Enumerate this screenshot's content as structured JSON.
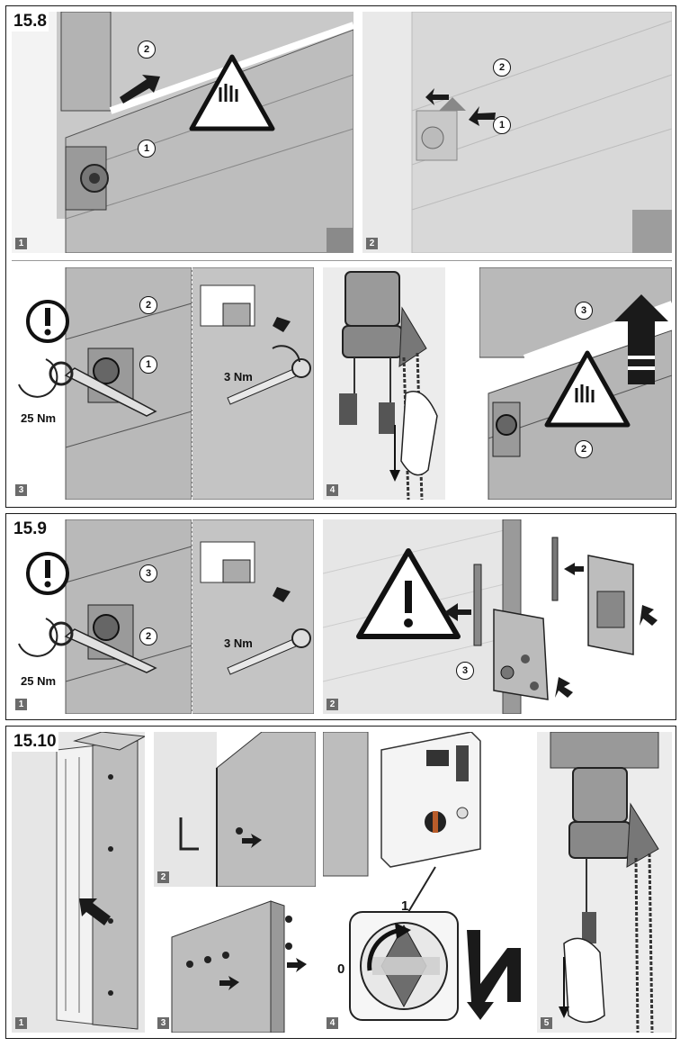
{
  "sections": [
    {
      "title": "15.8"
    },
    {
      "title": "15.9"
    },
    {
      "title": "15.10"
    }
  ],
  "s1": {
    "p1": {
      "step": "1",
      "callouts": [
        "2",
        "1"
      ]
    },
    "p2": {
      "step": "2",
      "callouts": [
        "2",
        "1"
      ]
    },
    "p3": {
      "step": "3",
      "callouts": [
        "2",
        "1"
      ],
      "torque_large": "25 Nm",
      "torque_small": "3 Nm"
    },
    "p4": {
      "step": "4"
    },
    "p5": {
      "callouts": [
        "3",
        "2"
      ]
    }
  },
  "s2": {
    "p1": {
      "step": "1",
      "callouts": [
        "3",
        "2"
      ],
      "torque_large": "25 Nm",
      "torque_small": "3 Nm"
    },
    "p2": {
      "step": "2",
      "callouts": [
        "3"
      ]
    }
  },
  "s3": {
    "p1": {
      "step": "1"
    },
    "p2": {
      "step": "2"
    },
    "p3": {
      "step": "3"
    },
    "p4": {
      "step": "4",
      "switch_on": "1",
      "switch_off": "0"
    },
    "p5": {
      "step": "5"
    }
  },
  "colors": {
    "panel": "#e4e4e4",
    "metal": "#8c8c8c",
    "dark": "#2a2a2a",
    "white": "#ffffff"
  }
}
